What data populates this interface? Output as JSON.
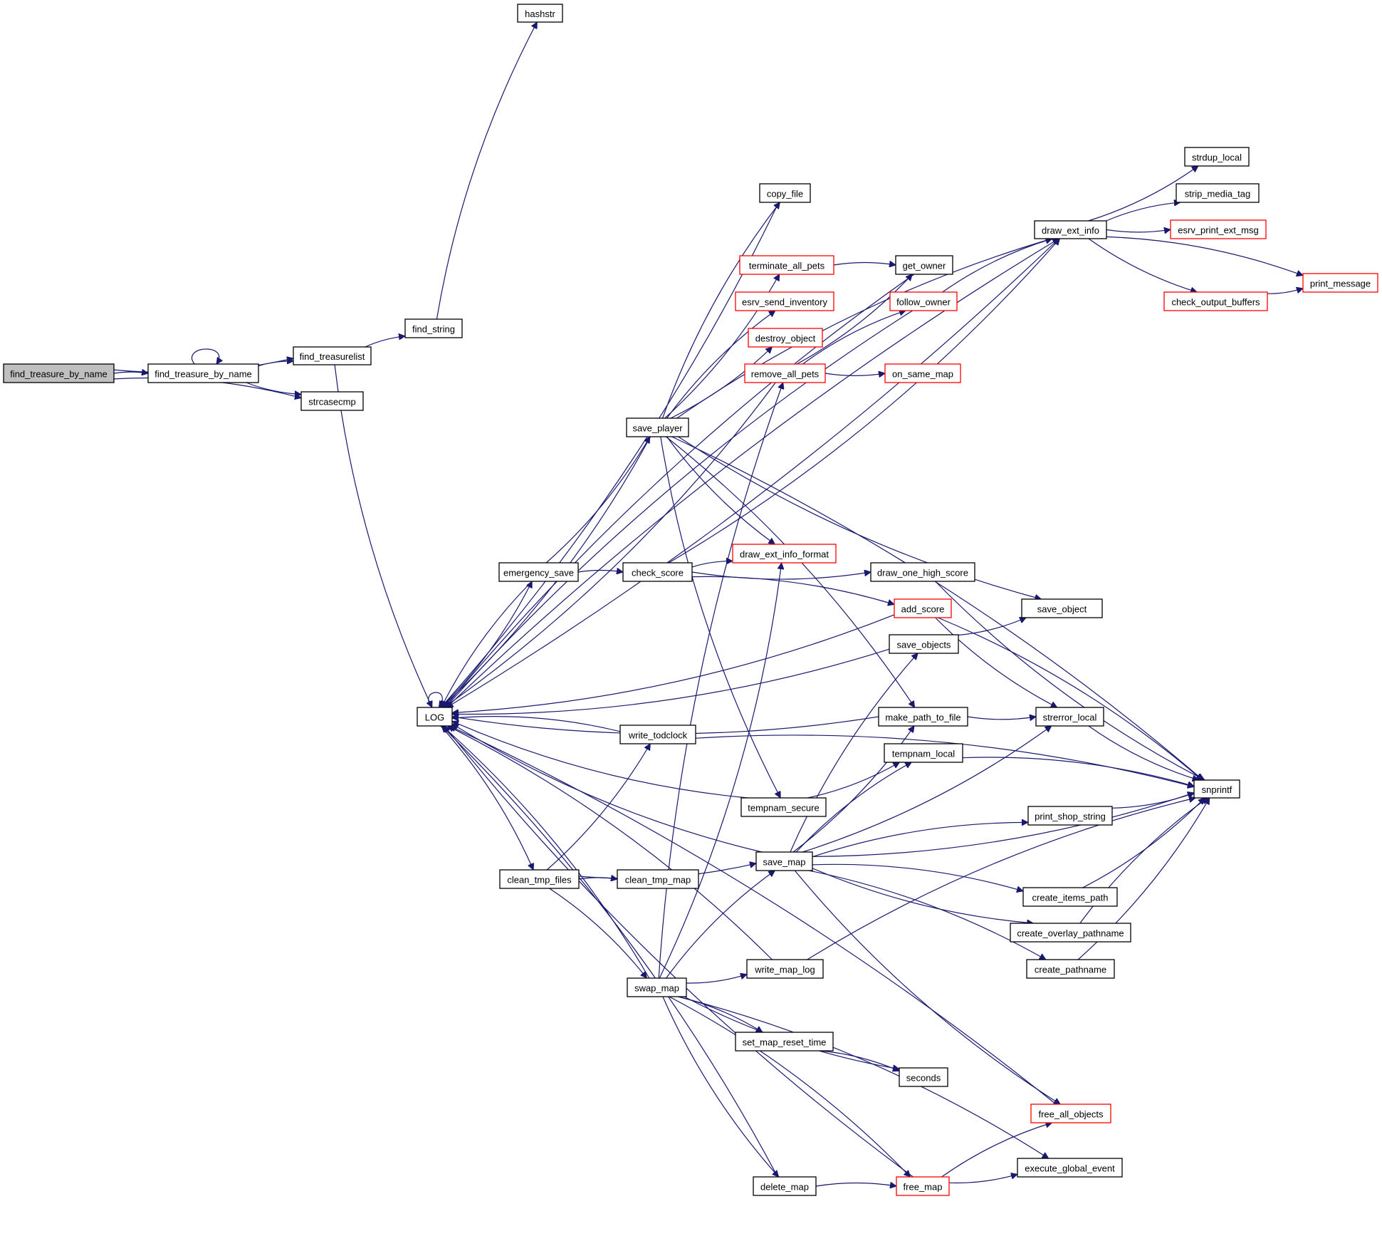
{
  "diagram": {
    "type": "call-graph",
    "colors": {
      "edge": "#191970",
      "root_fill": "#bfbfbf",
      "node_border": "#000000",
      "truncated_border": "#ff0000"
    },
    "nodes": [
      {
        "id": "root",
        "label": "find_treasure_by_name",
        "style": "root"
      },
      {
        "id": "ftbn",
        "label": "find_treasure_by_name",
        "style": "normal"
      },
      {
        "id": "find_treasurelist",
        "label": "find_treasurelist",
        "style": "normal"
      },
      {
        "id": "strcasecmp",
        "label": "strcasecmp",
        "style": "normal"
      },
      {
        "id": "hashstr",
        "label": "hashstr",
        "style": "normal"
      },
      {
        "id": "find_string",
        "label": "find_string",
        "style": "normal"
      },
      {
        "id": "LOG",
        "label": "LOG",
        "style": "normal"
      },
      {
        "id": "copy_file",
        "label": "copy_file",
        "style": "normal"
      },
      {
        "id": "draw_ext_info",
        "label": "draw_ext_info",
        "style": "normal"
      },
      {
        "id": "strdup_local",
        "label": "strdup_local",
        "style": "normal"
      },
      {
        "id": "strip_media_tag",
        "label": "strip_media_tag",
        "style": "normal"
      },
      {
        "id": "esrv_print_ext_msg",
        "label": "esrv_print_ext_msg",
        "style": "truncated"
      },
      {
        "id": "print_message",
        "label": "print_message",
        "style": "truncated"
      },
      {
        "id": "check_output_buffers",
        "label": "check_output_buffers",
        "style": "truncated"
      },
      {
        "id": "terminate_all_pets",
        "label": "terminate_all_pets",
        "style": "truncated"
      },
      {
        "id": "get_owner",
        "label": "get_owner",
        "style": "normal"
      },
      {
        "id": "esrv_send_inventory",
        "label": "esrv_send_inventory",
        "style": "truncated"
      },
      {
        "id": "follow_owner",
        "label": "follow_owner",
        "style": "truncated"
      },
      {
        "id": "destroy_object",
        "label": "destroy_object",
        "style": "truncated"
      },
      {
        "id": "remove_all_pets",
        "label": "remove_all_pets",
        "style": "truncated"
      },
      {
        "id": "on_same_map",
        "label": "on_same_map",
        "style": "truncated"
      },
      {
        "id": "save_player",
        "label": "save_player",
        "style": "normal"
      },
      {
        "id": "emergency_save",
        "label": "emergency_save",
        "style": "normal"
      },
      {
        "id": "check_score",
        "label": "check_score",
        "style": "normal"
      },
      {
        "id": "draw_ext_info_format",
        "label": "draw_ext_info_format",
        "style": "truncated"
      },
      {
        "id": "draw_one_high_score",
        "label": "draw_one_high_score",
        "style": "normal"
      },
      {
        "id": "add_score",
        "label": "add_score",
        "style": "truncated"
      },
      {
        "id": "save_object",
        "label": "save_object",
        "style": "normal"
      },
      {
        "id": "save_objects",
        "label": "save_objects",
        "style": "normal"
      },
      {
        "id": "make_path_to_file",
        "label": "make_path_to_file",
        "style": "normal"
      },
      {
        "id": "strerror_local",
        "label": "strerror_local",
        "style": "normal"
      },
      {
        "id": "tempnam_local",
        "label": "tempnam_local",
        "style": "normal"
      },
      {
        "id": "snprintf",
        "label": "snprintf",
        "style": "normal"
      },
      {
        "id": "write_todclock",
        "label": "write_todclock",
        "style": "normal"
      },
      {
        "id": "tempnam_secure",
        "label": "tempnam_secure",
        "style": "normal"
      },
      {
        "id": "print_shop_string",
        "label": "print_shop_string",
        "style": "normal"
      },
      {
        "id": "save_map",
        "label": "save_map",
        "style": "normal"
      },
      {
        "id": "clean_tmp_files",
        "label": "clean_tmp_files",
        "style": "normal"
      },
      {
        "id": "clean_tmp_map",
        "label": "clean_tmp_map",
        "style": "normal"
      },
      {
        "id": "create_items_path",
        "label": "create_items_path",
        "style": "normal"
      },
      {
        "id": "create_overlay_pathname",
        "label": "create_overlay_pathname",
        "style": "normal"
      },
      {
        "id": "create_pathname",
        "label": "create_pathname",
        "style": "normal"
      },
      {
        "id": "write_map_log",
        "label": "write_map_log",
        "style": "normal"
      },
      {
        "id": "swap_map",
        "label": "swap_map",
        "style": "normal"
      },
      {
        "id": "set_map_reset_time",
        "label": "set_map_reset_time",
        "style": "normal"
      },
      {
        "id": "seconds",
        "label": "seconds",
        "style": "normal"
      },
      {
        "id": "free_all_objects",
        "label": "free_all_objects",
        "style": "truncated"
      },
      {
        "id": "execute_global_event",
        "label": "execute_global_event",
        "style": "normal"
      },
      {
        "id": "delete_map",
        "label": "delete_map",
        "style": "normal"
      },
      {
        "id": "free_map",
        "label": "free_map",
        "style": "truncated"
      }
    ],
    "edges": [
      [
        "root",
        "ftbn"
      ],
      [
        "root",
        "find_treasurelist"
      ],
      [
        "root",
        "strcasecmp"
      ],
      [
        "ftbn",
        "ftbn"
      ],
      [
        "ftbn",
        "find_treasurelist"
      ],
      [
        "ftbn",
        "strcasecmp"
      ],
      [
        "find_treasurelist",
        "find_string"
      ],
      [
        "find_treasurelist",
        "LOG"
      ],
      [
        "find_string",
        "hashstr"
      ],
      [
        "LOG",
        "LOG"
      ],
      [
        "LOG",
        "draw_ext_info"
      ],
      [
        "LOG",
        "emergency_save"
      ],
      [
        "LOG",
        "clean_tmp_files"
      ],
      [
        "draw_ext_info",
        "strdup_local"
      ],
      [
        "draw_ext_info",
        "strip_media_tag"
      ],
      [
        "draw_ext_info",
        "esrv_print_ext_msg"
      ],
      [
        "draw_ext_info",
        "print_message"
      ],
      [
        "draw_ext_info",
        "check_output_buffers"
      ],
      [
        "draw_ext_info",
        "LOG"
      ],
      [
        "check_output_buffers",
        "print_message"
      ],
      [
        "copy_file",
        "LOG"
      ],
      [
        "get_owner",
        "LOG"
      ],
      [
        "follow_owner",
        "draw_ext_info"
      ],
      [
        "follow_owner",
        "LOG"
      ],
      [
        "terminate_all_pets",
        "get_owner"
      ],
      [
        "remove_all_pets",
        "get_owner"
      ],
      [
        "remove_all_pets",
        "follow_owner"
      ],
      [
        "remove_all_pets",
        "on_same_map"
      ],
      [
        "remove_all_pets",
        "LOG"
      ],
      [
        "emergency_save",
        "save_player"
      ],
      [
        "emergency_save",
        "check_score"
      ],
      [
        "emergency_save",
        "LOG"
      ],
      [
        "save_player",
        "copy_file"
      ],
      [
        "save_player",
        "terminate_all_pets"
      ],
      [
        "save_player",
        "esrv_send_inventory"
      ],
      [
        "save_player",
        "destroy_object"
      ],
      [
        "save_player",
        "draw_ext_info"
      ],
      [
        "save_player",
        "draw_ext_info_format"
      ],
      [
        "save_player",
        "make_path_to_file"
      ],
      [
        "save_player",
        "save_object"
      ],
      [
        "save_player",
        "snprintf"
      ],
      [
        "save_player",
        "tempnam_secure"
      ],
      [
        "save_player",
        "LOG"
      ],
      [
        "check_score",
        "draw_ext_info"
      ],
      [
        "check_score",
        "draw_ext_info_format"
      ],
      [
        "check_score",
        "draw_one_high_score"
      ],
      [
        "check_score",
        "add_score"
      ],
      [
        "draw_one_high_score",
        "snprintf"
      ],
      [
        "add_score",
        "LOG"
      ],
      [
        "add_score",
        "strerror_local"
      ],
      [
        "add_score",
        "snprintf"
      ],
      [
        "save_objects",
        "save_object"
      ],
      [
        "save_objects",
        "LOG"
      ],
      [
        "make_path_to_file",
        "strerror_local"
      ],
      [
        "make_path_to_file",
        "LOG"
      ],
      [
        "strerror_local",
        "snprintf"
      ],
      [
        "tempnam_local",
        "snprintf"
      ],
      [
        "write_todclock",
        "LOG"
      ],
      [
        "write_todclock",
        "snprintf"
      ],
      [
        "tempnam_secure",
        "tempnam_local"
      ],
      [
        "tempnam_secure",
        "LOG"
      ],
      [
        "print_shop_string",
        "snprintf"
      ],
      [
        "save_map",
        "save_objects"
      ],
      [
        "save_map",
        "make_path_to_file"
      ],
      [
        "save_map",
        "tempnam_local"
      ],
      [
        "save_map",
        "strerror_local"
      ],
      [
        "save_map",
        "print_shop_string"
      ],
      [
        "save_map",
        "snprintf"
      ],
      [
        "save_map",
        "create_items_path"
      ],
      [
        "save_map",
        "create_overlay_pathname"
      ],
      [
        "save_map",
        "create_pathname"
      ],
      [
        "save_map",
        "free_all_objects"
      ],
      [
        "save_map",
        "LOG"
      ],
      [
        "clean_tmp_files",
        "write_todclock"
      ],
      [
        "clean_tmp_files",
        "clean_tmp_map"
      ],
      [
        "clean_tmp_files",
        "save_map"
      ],
      [
        "clean_tmp_files",
        "swap_map"
      ],
      [
        "create_items_path",
        "snprintf"
      ],
      [
        "create_overlay_pathname",
        "snprintf"
      ],
      [
        "create_pathname",
        "snprintf"
      ],
      [
        "write_map_log",
        "snprintf"
      ],
      [
        "write_map_log",
        "LOG"
      ],
      [
        "swap_map",
        "remove_all_pets"
      ],
      [
        "swap_map",
        "draw_ext_info_format"
      ],
      [
        "swap_map",
        "save_map"
      ],
      [
        "swap_map",
        "write_map_log"
      ],
      [
        "swap_map",
        "set_map_reset_time"
      ],
      [
        "swap_map",
        "seconds"
      ],
      [
        "swap_map",
        "execute_global_event"
      ],
      [
        "swap_map",
        "delete_map"
      ],
      [
        "swap_map",
        "free_map"
      ],
      [
        "swap_map",
        "LOG"
      ],
      [
        "set_map_reset_time",
        "seconds"
      ],
      [
        "free_all_objects",
        "LOG"
      ],
      [
        "delete_map",
        "free_map"
      ],
      [
        "delete_map",
        "LOG"
      ],
      [
        "free_map",
        "free_all_objects"
      ],
      [
        "free_map",
        "execute_global_event"
      ],
      [
        "free_map",
        "LOG"
      ]
    ]
  }
}
